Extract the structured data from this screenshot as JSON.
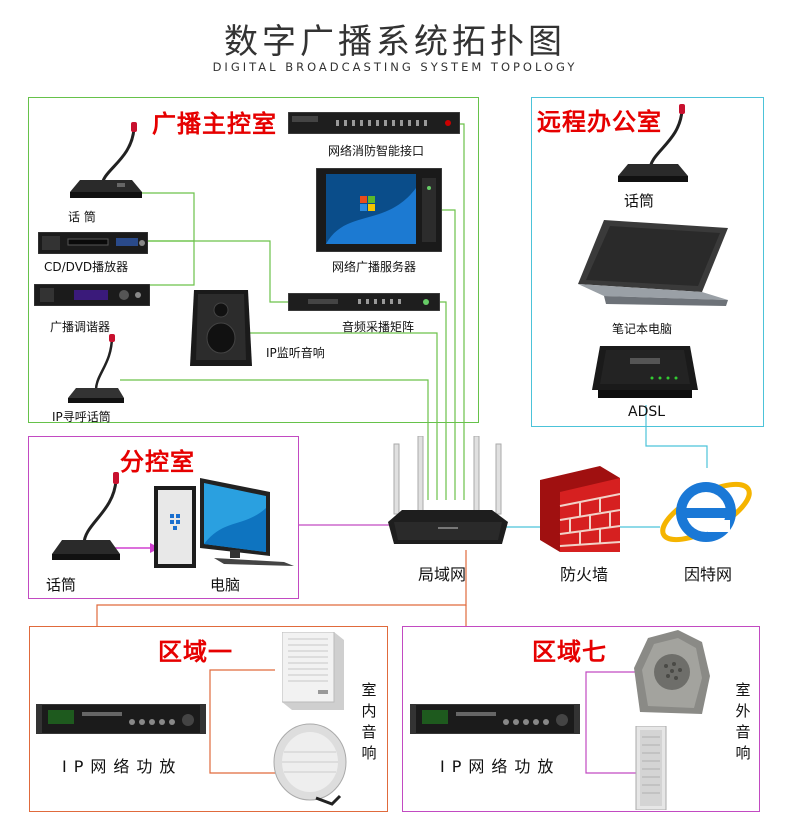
{
  "title": "数字广播系统拓扑图",
  "subtitle": "DIGITAL BROADCASTING SYSTEM TOPOLOGY",
  "colors": {
    "main_room_border": "#66c24a",
    "remote_office_border": "#4cc3d9",
    "sub_room_border": "#c24ac2",
    "zone1_border": "#e06a3c",
    "zone7_border": "#c24ac2",
    "zone_title": "#e60000",
    "firewall": "#d62020",
    "ie_blue": "#1a78d6",
    "ie_ring": "#f5b400"
  },
  "main_room": {
    "title": "广播主控室",
    "mic_label": "话 筒",
    "cd_label": "CD/DVD播放器",
    "tuner_label": "广播调谐器",
    "ip_mic_label": "IP寻呼话筒",
    "ip_speaker_label": "IP监听音响",
    "fire_interface_label": "网络消防智能接口",
    "server_label": "网络广播服务器",
    "matrix_label": "音频采播矩阵"
  },
  "remote_office": {
    "title": "远程办公室",
    "mic_label": "话筒",
    "laptop_label": "笔记本电脑",
    "adsl_label": "ADSL"
  },
  "sub_room": {
    "title": "分控室",
    "mic_label": "话筒",
    "pc_label": "电脑"
  },
  "network": {
    "lan_label": "局域网",
    "firewall_label": "防火墙",
    "internet_label": "因特网"
  },
  "zone1": {
    "title": "区域一",
    "amp_label": "IP网络功放",
    "speaker_label": "室内音响"
  },
  "zone7": {
    "title": "区域七",
    "amp_label": "IP网络功放",
    "speaker_label": "室外音响"
  },
  "icons": [
    "gooseneck-mic-icon",
    "cd-player-icon",
    "tuner-icon",
    "bookshelf-speaker-icon",
    "rack-unit-icon",
    "rack-server-icon",
    "laptop-icon",
    "adsl-modem-icon",
    "desktop-pc-icon",
    "wifi-router-icon",
    "firewall-icon",
    "internet-explorer-icon",
    "power-amplifier-icon",
    "wall-speaker-icon",
    "ceiling-speaker-icon",
    "rock-speaker-icon",
    "column-speaker-icon"
  ]
}
